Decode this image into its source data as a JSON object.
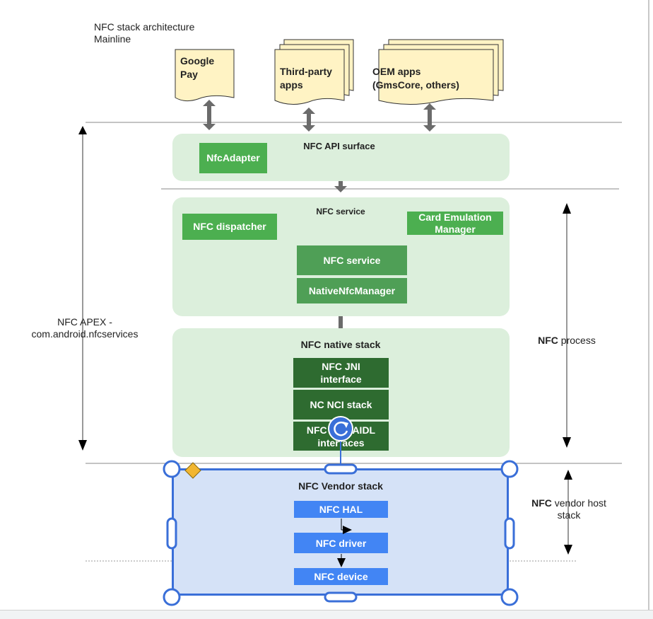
{
  "diagram": {
    "title_line1": "NFC stack architecture",
    "title_line2": "Mainline",
    "apps": {
      "google_pay": [
        "Google",
        "Pay"
      ],
      "third_party": [
        "Third-party",
        "apps"
      ],
      "oem": [
        "OEM apps",
        "(GmsCore, others)"
      ]
    },
    "api_surface": {
      "title": "NFC API surface",
      "adapter": "NfcAdapter"
    },
    "nfc_service": {
      "title": "NFC service",
      "dispatcher": "NFC dispatcher",
      "card_emulation": [
        "Card Emulation",
        "Manager"
      ],
      "service": "NFC service",
      "native_manager": "NativeNfcManager"
    },
    "native_stack": {
      "title": "NFC native stack",
      "jni": [
        "NFC JNI",
        "interface"
      ],
      "nci": "NC NCI stack",
      "aidl": [
        "NFC HAL AIDL",
        "interfaces"
      ]
    },
    "vendor_stack": {
      "title": "NFC Vendor stack",
      "hal": "NFC HAL",
      "driver": "NFC driver",
      "device": "NFC device"
    },
    "side_labels": {
      "apex": [
        "NFC APEX -",
        "com.android.nfcservices"
      ],
      "process_bold": "NFC",
      "process_rest": " process",
      "vendor_bold": "NFC",
      "vendor_rest": " vendor host",
      "vendor_line2": "stack"
    },
    "colors": {
      "panel_green": "#dcefdc",
      "box_green": "#4caf50",
      "box_dark_green": "#2e6b30",
      "box_blue": "#4285f4",
      "selection_blue": "#3a6fd8",
      "app_yellow": "#fff3c4"
    }
  }
}
